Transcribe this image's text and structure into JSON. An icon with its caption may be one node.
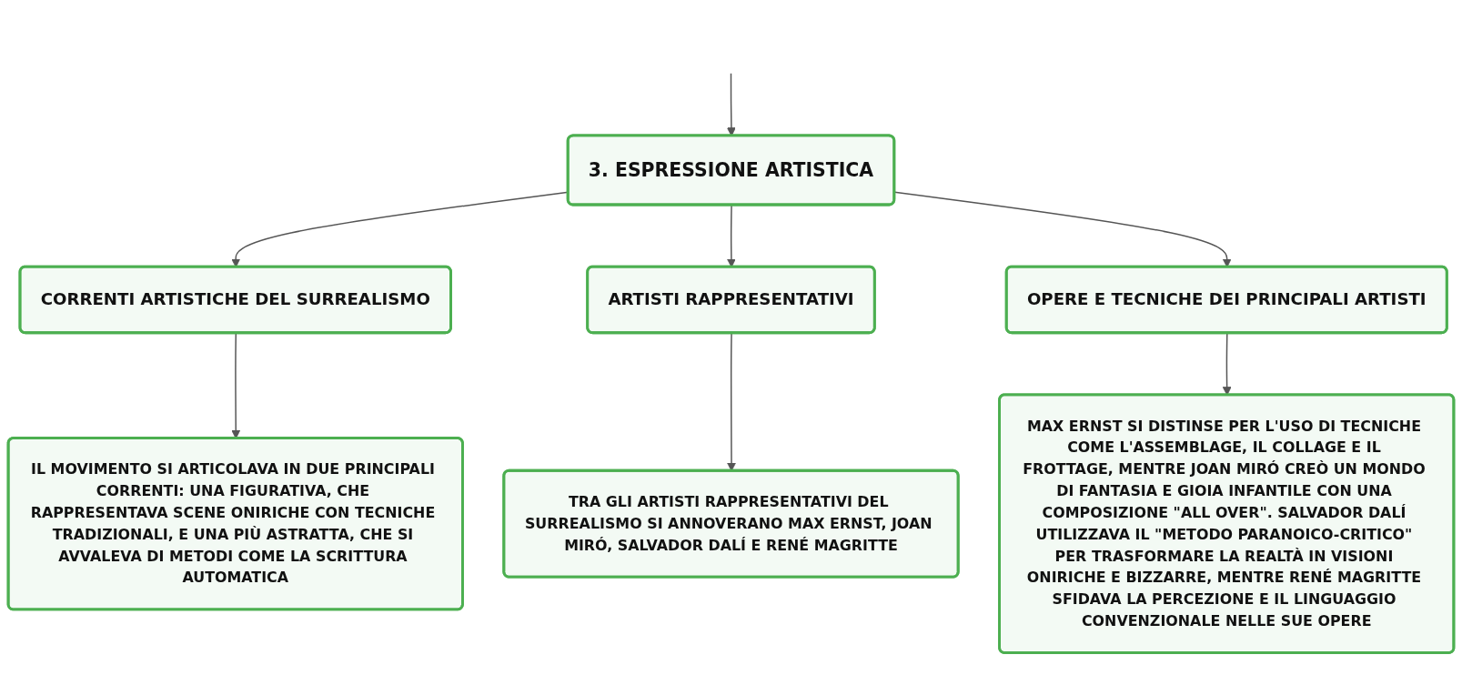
{
  "diagram": {
    "nodes": [
      {
        "text": [
          "3. ESPRESSIONE ARTISTICA"
        ]
      },
      {
        "text": [
          "CORRENTI ARTISTICHE DEL SURREALISMO"
        ]
      },
      {
        "text": [
          "ARTISTI RAPPRESENTATIVI"
        ]
      },
      {
        "text": [
          "OPERE E TECNICHE DEI PRINCIPALI ARTISTI"
        ]
      },
      {
        "text": [
          "IL MOVIMENTO SI ARTICOLAVA IN DUE PRINCIPALI CORRENTI: UNA FIGURATIVA, CHE RAPPRESENTAVA SCENE ONIRICHE CON TECNICHE TRADIZIONALI, E UNA PIÙ ASTRATTA, CHE SI AVVALEVA DI METODI COME LA SCRITTURA AUTOMATICA"
        ]
      },
      {
        "text": [
          "TRA GLI ARTISTI RAPPRESENTATIVI DEL SURREALISMO SI ANNOVERANO MAX ERNST, JOAN MIRÓ, SALVADOR DALÍ E RENÉ MAGRITTE"
        ]
      },
      {
        "text": [
          "MAX ERNST SI DISTINSE PER L'USO DI TECNICHE COME L'ASSEMBLAGE, IL COLLAGE E IL FROTTAGE, MENTRE JOAN MIRÓ CREÒ UN MONDO DI FANTASIA E GIOIA INFANTILE CON UNA COMPOSIZIONE \"ALL OVER\". SALVADOR DALÍ UTILIZZAVA IL \"METODO PARANOICO-CRITICO\" PER TRASFORMARE LA REALTÀ IN VISIONI ONIRICHE E BIZZARRE, MENTRE RENÉ MAGRITTE SFIDAVA LA PERCEZIONE E IL LINGUAGGIO CONVENZIONALE NELLE SUE OPERE"
        ]
      }
    ],
    "edges": [
      {
        "from": null,
        "to": 0,
        "arrow": "to"
      },
      {
        "from": 0,
        "to": 1,
        "arrow": "to"
      },
      {
        "from": 0,
        "to": 2,
        "arrow": "to"
      },
      {
        "from": 0,
        "to": 3,
        "arrow": "to"
      },
      {
        "from": 1,
        "to": 4,
        "arrow": "to"
      },
      {
        "from": 2,
        "to": 5,
        "arrow": "to"
      },
      {
        "from": 3,
        "to": 6,
        "arrow": "to"
      }
    ]
  }
}
